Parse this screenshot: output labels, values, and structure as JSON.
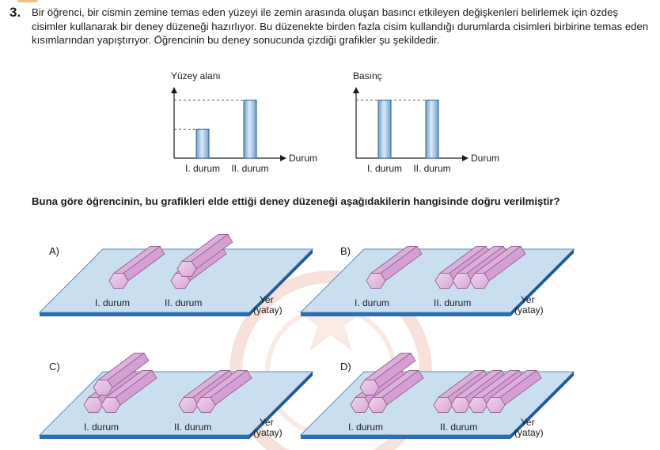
{
  "question": {
    "number": "3.",
    "text": "Bir öğrenci, bir cismin zemine temas eden yüzeyi ile zemin arasında oluşan basıncı etkileyen değişkenleri belirlemek için özdeş cisimler kullanarak bir deney düzeneği hazırlıyor. Bu düzenekte birden fazla cisim kullandığı durumlarda cisimleri birbirine temas eden kısımlarından yapıştırıyor. Öğrencinin bu deney sonucunda çizdiği grafikler şu şekildedir.",
    "prompt": "Buna göre öğrencinin, bu grafikleri elde ettiği deney düzeneği aşağıdakilerin hangisinde doğru verilmiştir?"
  },
  "chart_data": [
    {
      "type": "bar",
      "ylabel": "Yüzey alanı",
      "xlabel": "Durum",
      "categories": [
        "I. durum",
        "II. durum"
      ],
      "values": [
        1,
        2
      ],
      "ylim": [
        0,
        2.4
      ],
      "bar_color": "#8fb8e0",
      "reference_lines": "dashed"
    },
    {
      "type": "bar",
      "ylabel": "Basınç",
      "xlabel": "Durum",
      "categories": [
        "I. durum",
        "II. durum"
      ],
      "values": [
        2,
        2
      ],
      "ylim": [
        0,
        2.4
      ],
      "bar_color": "#8fb8e0",
      "reference_lines": "dashed"
    }
  ],
  "options": [
    {
      "letter": "A)",
      "case1": "I. durum",
      "case2": "II. durum",
      "floor": [
        "Yer",
        "(yatay)"
      ]
    },
    {
      "letter": "B)",
      "case1": "I. durum",
      "case2": "II. durum",
      "floor": [
        "Yer",
        "(yatay)"
      ]
    },
    {
      "letter": "C)",
      "case1": "I. durum",
      "case2": "II. durum",
      "floor": [
        "Yer",
        "(yatay)"
      ]
    },
    {
      "letter": "D)",
      "case1": "I. durum",
      "case2": "II. durum",
      "floor": [
        "Yer",
        "(yatay)"
      ]
    }
  ],
  "colors": {
    "platform_top": "#c9dff0",
    "platform_edge": "#2a6fb4",
    "prism_face": "#e3b9e1",
    "prism_side": "#d4a0d4",
    "prism_stroke": "#8e5a8e",
    "watermark": "#f7ddd5"
  }
}
